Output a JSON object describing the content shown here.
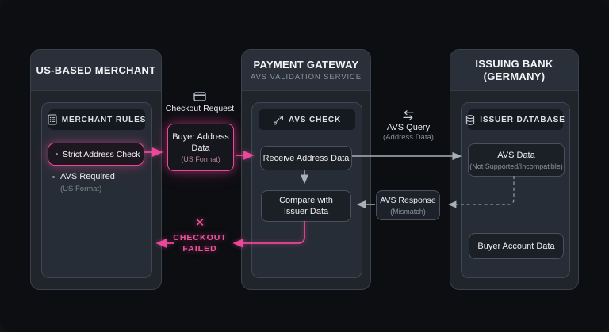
{
  "merchant": {
    "title": "US-BASED MERCHANT",
    "rules_header": "MERCHANT RULES",
    "rule_strict": "Strict Address Check",
    "rule_avs": "AVS Required",
    "rule_avs_sub": "(US Format)"
  },
  "checkout_request": {
    "label": "Checkout Request",
    "box_title": "Buyer Address Data",
    "box_sub": "(US Format)"
  },
  "gateway": {
    "title": "PAYMENT GATEWAY",
    "subtitle": "AVS VALIDATION SERVICE",
    "check_header": "AVS CHECK",
    "receive_box": "Receive Address Data",
    "compare_box": "Compare with Issuer Data"
  },
  "avs_query": {
    "label": "AVS Query",
    "sub": "(Address Data)"
  },
  "avs_response": {
    "label": "AVS Response",
    "sub": "(Mismatch)"
  },
  "bank": {
    "title_line1": "ISSUING BANK",
    "title_line2": "(GERMANY)",
    "db_header": "ISSUER DATABASE",
    "avs_data_title": "AVS Data",
    "avs_data_sub": "(Not Supported/Incompatible)",
    "account_box": "Buyer Account Data"
  },
  "checkout_failed": {
    "icon": "✕",
    "line1": "CHECKOUT",
    "line2": "FAILED"
  },
  "colors": {
    "accent_pink": "#ec4899",
    "arrow_gray": "#a9b0ba",
    "panel_bg": "#20252c"
  }
}
